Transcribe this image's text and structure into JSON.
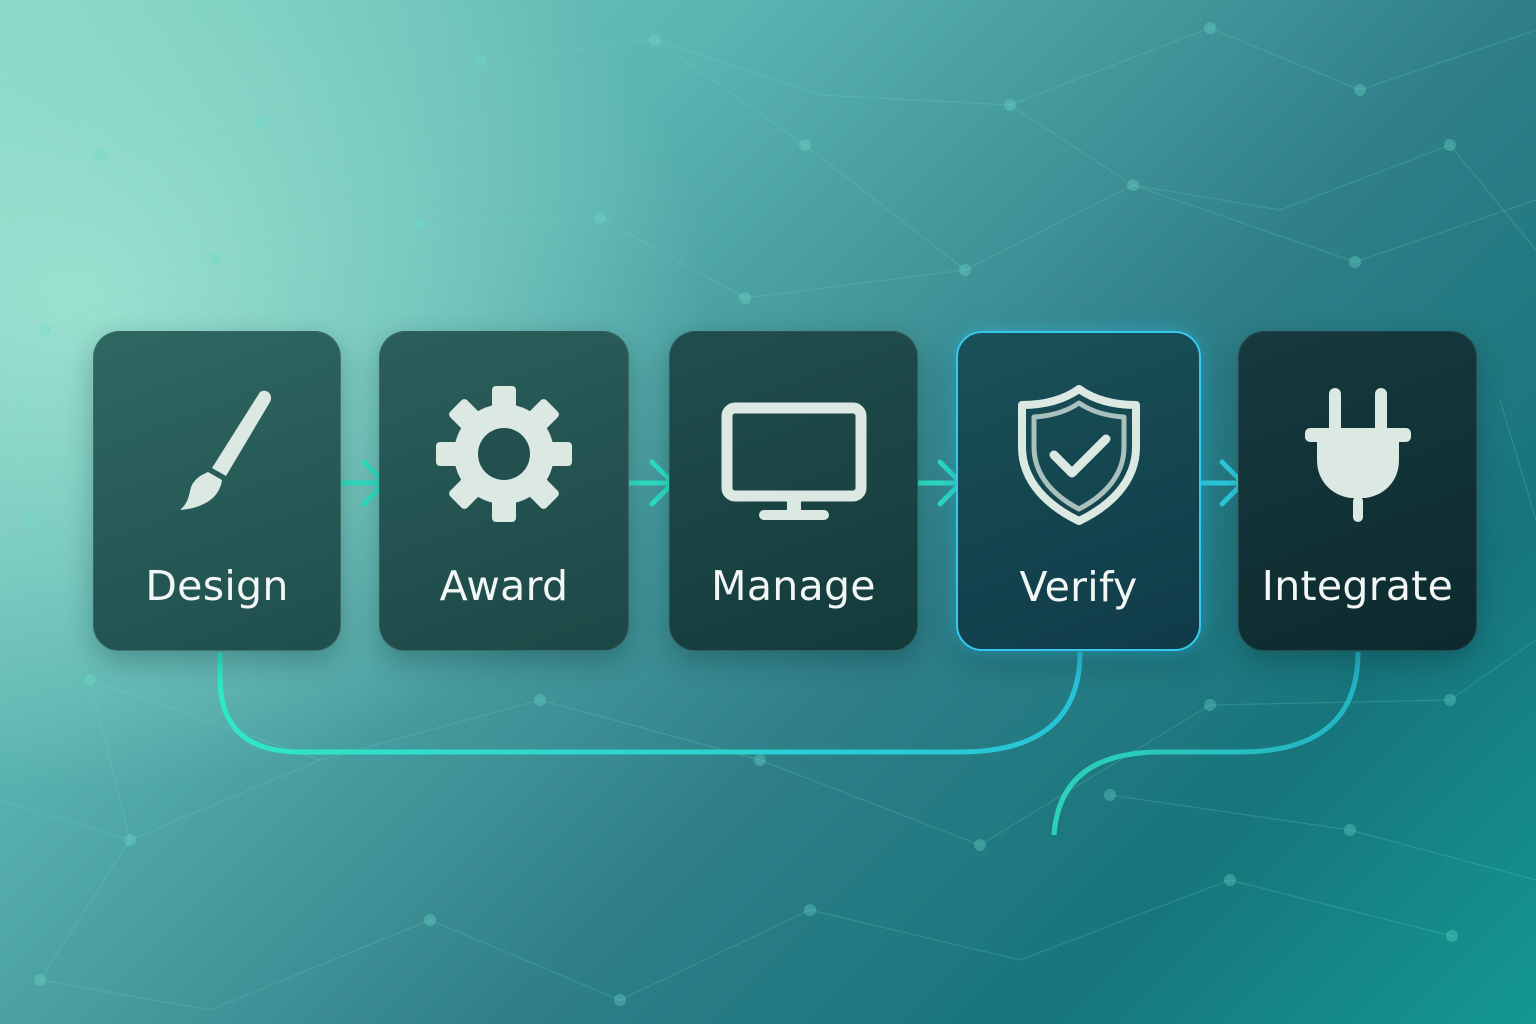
{
  "steps": [
    {
      "label": "Design",
      "icon": "paintbrush-icon"
    },
    {
      "label": "Award",
      "icon": "gear-icon"
    },
    {
      "label": "Manage",
      "icon": "monitor-icon"
    },
    {
      "label": "Verify",
      "icon": "shield-check-icon",
      "highlighted": true
    },
    {
      "label": "Integrate",
      "icon": "plug-icon"
    }
  ],
  "colors": {
    "arrow": "#2fe0c4",
    "highlight_border": "#35c9ef",
    "icon_fill": "#dbe9e2",
    "label_text": "#f2f7f5",
    "connector_line": "#2fe0c4"
  }
}
